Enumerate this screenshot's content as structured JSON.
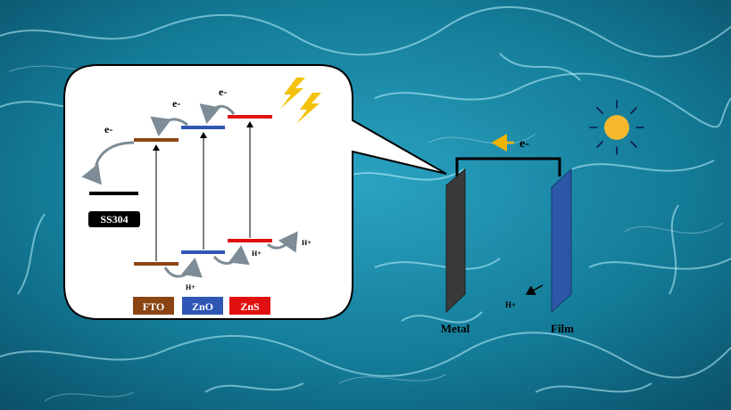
{
  "inset": {
    "electron_labels": [
      "e-",
      "e-",
      "e-"
    ],
    "proton_labels": [
      "H+",
      "H+",
      "H+"
    ],
    "substrate_label": "SS304",
    "legend": [
      {
        "label": "FTO",
        "color": "#8B4513"
      },
      {
        "label": "ZnO",
        "color": "#2F55B5"
      },
      {
        "label": "ZnS",
        "color": "#E01010"
      }
    ]
  },
  "circuit": {
    "electron_label": "e-",
    "proton_label": "H+",
    "metal_label": "Metal",
    "film_label": "Film"
  },
  "colors": {
    "water_dark": "#0b5f77",
    "water_light": "#2fa9c6",
    "fto": "#8B4513",
    "zno": "#2F55B5",
    "zns": "#E01010",
    "metal": "#3a3a3a",
    "film": "#2c57a6",
    "sun": "#F5B82E",
    "bolt": "#F4C20D"
  }
}
